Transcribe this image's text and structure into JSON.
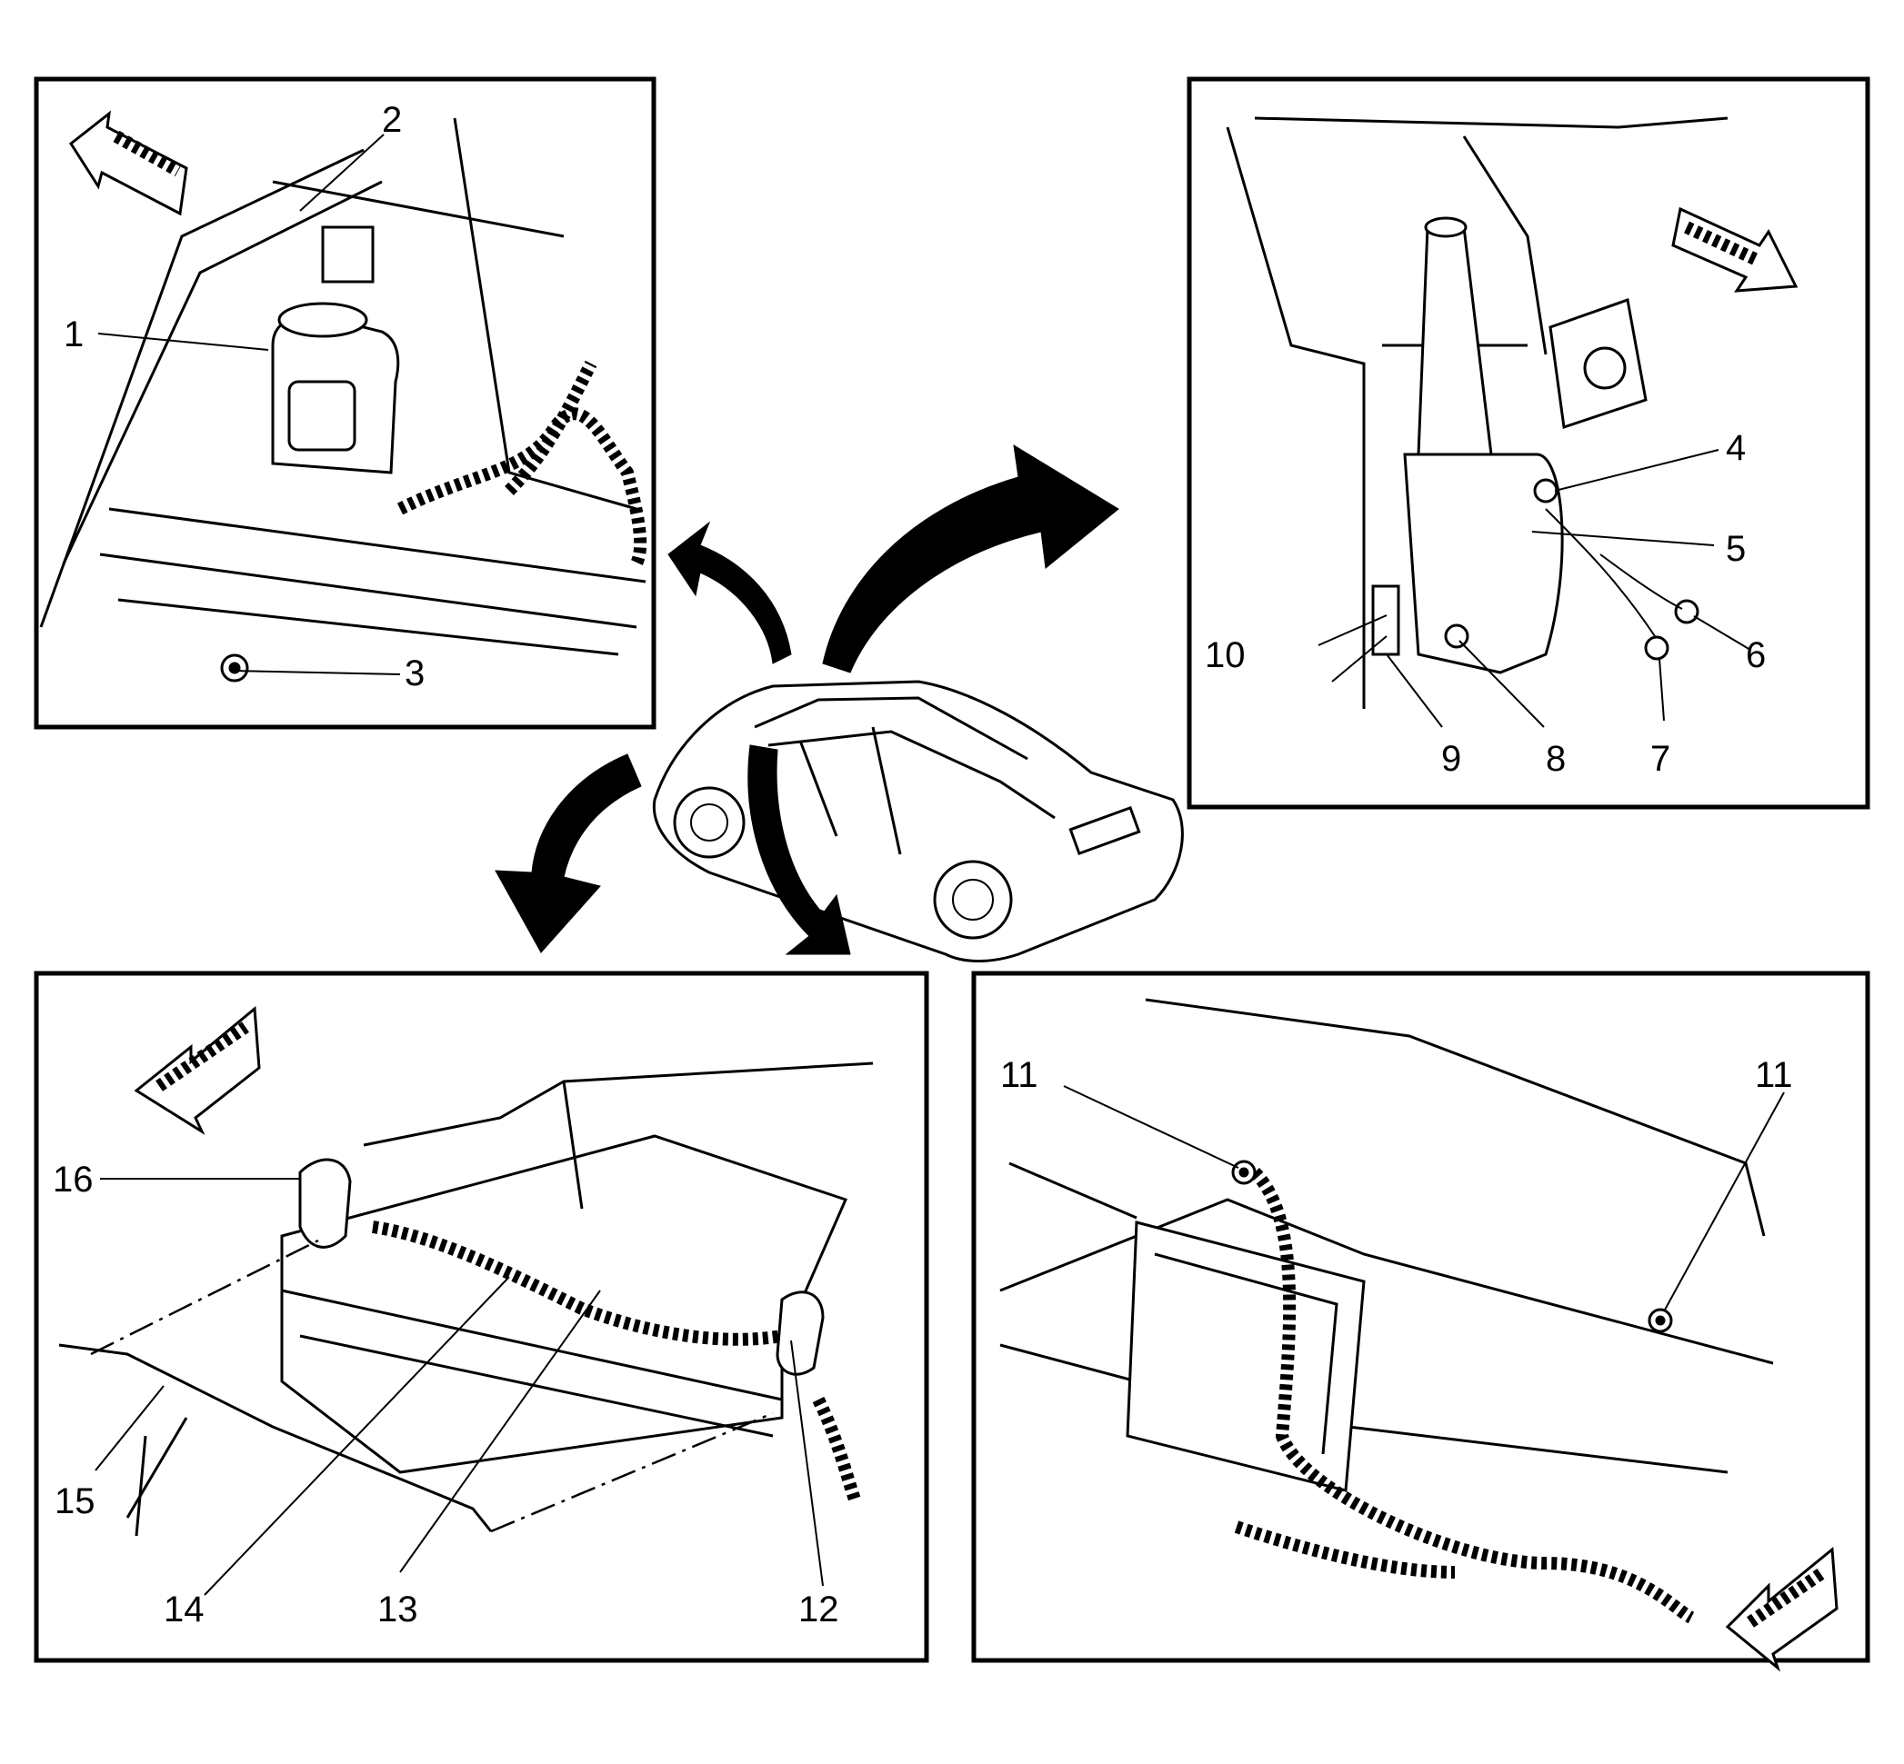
{
  "diagram": {
    "callouts": [
      "1",
      "2",
      "3",
      "4",
      "5",
      "6",
      "7",
      "8",
      "9",
      "10",
      "11",
      "11",
      "12",
      "13",
      "14",
      "15",
      "16"
    ]
  },
  "icons": {
    "direction_arrow": "forward-arrow-icon",
    "view_arrow": "curved-arrow-icon",
    "vehicle": "sedan-illustration"
  }
}
